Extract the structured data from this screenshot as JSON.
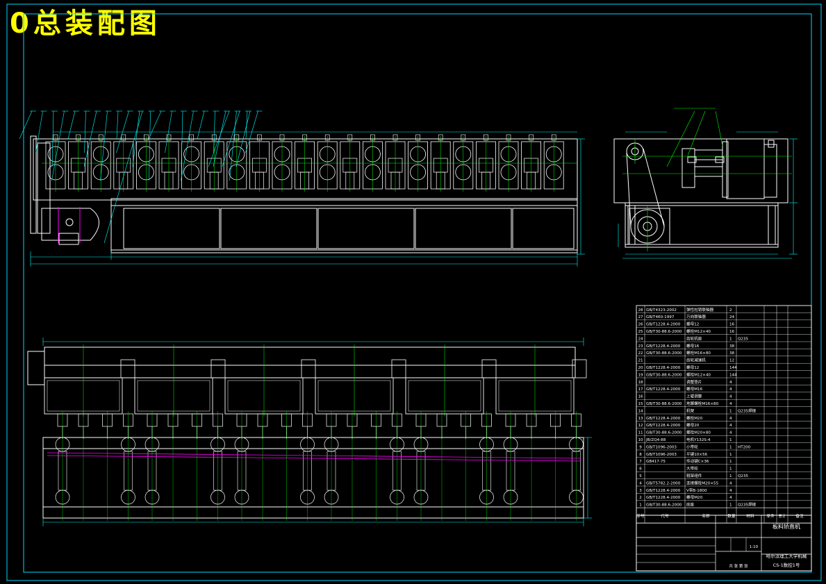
{
  "drawing": {
    "title": "0总装配图"
  },
  "title_block": {
    "machine_name": "板料矫直机",
    "school": "哈尔滨理工大学机械",
    "drawing_no": "CS-1数控1号",
    "scale": "1:10",
    "sheet_label": "共 张 第 张",
    "header_cols": [
      "序号",
      "代号",
      "名称",
      "数量",
      "材料",
      "单件",
      "总计",
      "备注"
    ]
  },
  "parts": [
    {
      "no": "28",
      "code": "GB/T4323-2002",
      "name": "弹性柱销联轴器",
      "qty": "2",
      "mat": ""
    },
    {
      "no": "27",
      "code": "GB/T460-1997",
      "name": "万向联轴器",
      "qty": "24",
      "mat": ""
    },
    {
      "no": "26",
      "code": "GB/T1228.4-2000",
      "name": "螺母12",
      "qty": "16",
      "mat": ""
    },
    {
      "no": "25",
      "code": "GB/T30-88.6-2000",
      "name": "螺栓M12×40",
      "qty": "16",
      "mat": ""
    },
    {
      "no": "24",
      "code": "",
      "name": "齿轮机座",
      "qty": "1",
      "mat": "Q235"
    },
    {
      "no": "23",
      "code": "GB/T1228.4-2000",
      "name": "螺母16",
      "qty": "38",
      "mat": ""
    },
    {
      "no": "22",
      "code": "GB/T30-88.6-2000",
      "name": "螺栓M16×80",
      "qty": "38",
      "mat": ""
    },
    {
      "no": "21",
      "code": "",
      "name": "齿轮减速机",
      "qty": "12",
      "mat": ""
    },
    {
      "no": "20",
      "code": "GB/T1228.4-2000",
      "name": "螺母12",
      "qty": "144",
      "mat": ""
    },
    {
      "no": "19",
      "code": "GB/T30-88.6-2000",
      "name": "螺栓M12×40",
      "qty": "144",
      "mat": ""
    },
    {
      "no": "18",
      "code": "",
      "name": "调整垫片",
      "qty": "4",
      "mat": ""
    },
    {
      "no": "17",
      "code": "GB/T1228.4-2000",
      "name": "螺母M16",
      "qty": "4",
      "mat": ""
    },
    {
      "no": "16",
      "code": "",
      "name": "上辊调整",
      "qty": "4",
      "mat": ""
    },
    {
      "no": "15",
      "code": "GB/T30-88.6-2000",
      "name": "地脚螺栓M16×80",
      "qty": "4",
      "mat": ""
    },
    {
      "no": "14",
      "code": "",
      "name": "机架",
      "qty": "1",
      "mat": "Q235焊接"
    },
    {
      "no": "13",
      "code": "GB/T1228.4-2000",
      "name": "螺栓M20",
      "qty": "4",
      "mat": ""
    },
    {
      "no": "12",
      "code": "GB/T1228.4-2000",
      "name": "螺母20",
      "qty": "4",
      "mat": ""
    },
    {
      "no": "11",
      "code": "GB/T30-88.6-2000",
      "name": "螺栓M20×80",
      "qty": "4",
      "mat": ""
    },
    {
      "no": "10",
      "code": "JB/ZQ4-88",
      "name": "电机Y132S-4",
      "qty": "1",
      "mat": ""
    },
    {
      "no": "9",
      "code": "GB/T1096-2003",
      "name": "小带轮",
      "qty": "1",
      "mat": "HT200"
    },
    {
      "no": "8",
      "code": "GB/T1096-2003",
      "name": "平键10×56",
      "qty": "1",
      "mat": ""
    },
    {
      "no": "7",
      "code": "GB417-75",
      "name": "传动键C×36",
      "qty": "1",
      "mat": ""
    },
    {
      "no": "6",
      "code": "",
      "name": "大带轮",
      "qty": "1",
      "mat": ""
    },
    {
      "no": "5",
      "code": "",
      "name": "辊架组件",
      "qty": "1",
      "mat": "Q235"
    },
    {
      "no": "4",
      "code": "GB/T5782.2-2000",
      "name": "连接螺栓M20×55",
      "qty": "4",
      "mat": ""
    },
    {
      "no": "3",
      "code": "GB/T1228.4-2000",
      "name": "V带B-1800",
      "qty": "4",
      "mat": ""
    },
    {
      "no": "2",
      "code": "GB/T1228.4-2000",
      "name": "螺母M20",
      "qty": "4",
      "mat": ""
    },
    {
      "no": "1",
      "code": "GB/T30-88.6-2000",
      "name": "底座",
      "qty": "1",
      "mat": "Q235焊接"
    }
  ],
  "colors": {
    "frame": "#00d8ff",
    "outline": "#ffffff",
    "center": "#00ff00",
    "title": "#ffff00",
    "dimension": "#00ffff",
    "strip": "#ff00ff"
  }
}
